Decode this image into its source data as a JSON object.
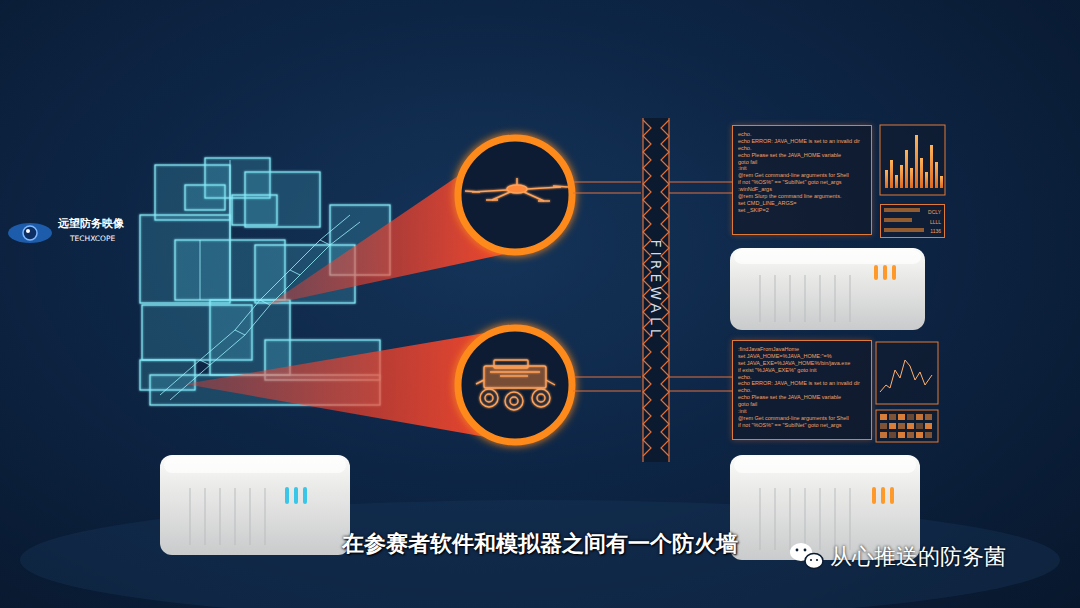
{
  "diagram": {
    "caption": "在参赛者软件和模拟器之间有一个防火墙",
    "nodes": [
      {
        "text": [
          "FIREWALL"
        ]
      },
      {
        "text": [
          "echo.",
          "echo ERROR: JAVA_HOME is set to an invalid dir",
          "echo.",
          "echo Please set the JAVA_HOME variable",
          "goto fail",
          ":init",
          "@rem Get command-line arguments for Shell",
          "if not \"%OS%\" == \"SubINet\" goto net_args",
          ":winNdF_args",
          "@rem Slurp the command line arguments.",
          "set CMD_LINE_ARGS=",
          "set _SKIP=2"
        ]
      },
      {
        "text": [
          "DCLY",
          "LLLL",
          "1136"
        ]
      },
      {
        "text": [
          ":findJavaFromJavaHome",
          "set JAVA_HOME=%JAVA_HOME:\"=%",
          "set JAVA_EXE=%JAVA_HOME%/bin/java.exe",
          "if exist \"%JAVA_EXE%\" goto init",
          "echo.",
          "echo ERROR: JAVA_HOME is set to an invalid dir",
          "echo.",
          "echo Please set the JAVA_HOME variable",
          "goto fail",
          ":init",
          "@rem Get command-line arguments for Shell",
          "if not \"%OS%\" == \"SubINet\" goto net_args"
        ]
      }
    ],
    "edges": [
      {
        "from": 0,
        "to": 1,
        "arrow": "none"
      },
      {
        "from": 0,
        "to": 1,
        "arrow": "none"
      },
      {
        "from": 0,
        "to": 3,
        "arrow": "none"
      },
      {
        "from": 0,
        "to": 3,
        "arrow": "none"
      }
    ],
    "labels": [
      "远望防务映像",
      "TECHXCOPE",
      "从心推送的防务菌"
    ]
  }
}
